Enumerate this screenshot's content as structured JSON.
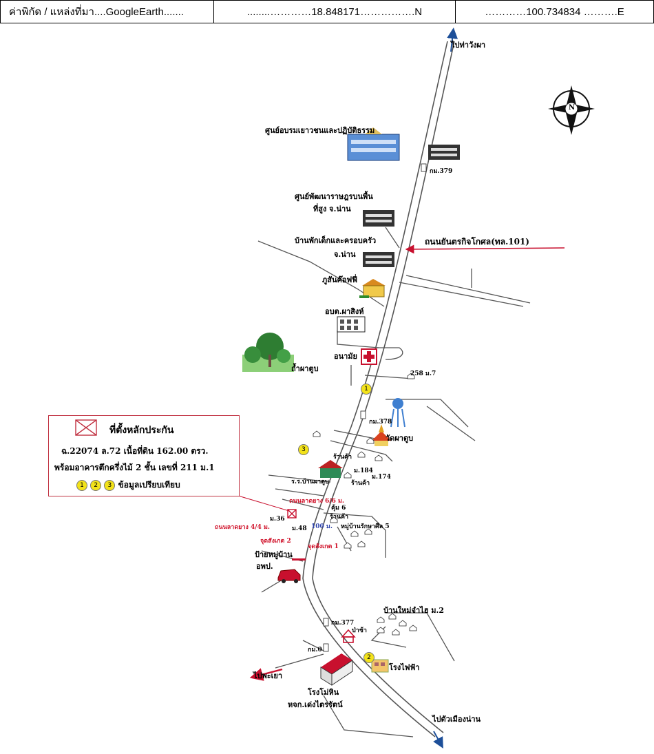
{
  "header": {
    "source_label": "ค่าพิกัด / แหล่งที่มา....GoogleEarth.......",
    "lat_label": "........…………18.848171…………….N",
    "lon_label": "…………100.734834 ……….E"
  },
  "legend": {
    "title": "ที่ตั้งหลักประกัน",
    "line1": "ฉ.22074 ล.72 เนื้อที่ดิน 162.00 ตรว.",
    "line2": "พร้อมอาคารตึกครึ่งไม้ 2 ชั้น เลขที่ 211 ม.1",
    "markers": [
      "1",
      "2",
      "3"
    ],
    "markers_caption": "ข้อมูลเปรียบเทียบ"
  },
  "compass": {
    "letter": "N"
  },
  "places": {
    "to_tha_wang_pha": "ไปท่าวังผา",
    "youth_center": "ศูนย์อบรมเยาวชนและปฏิบัติธรรม",
    "km379": "กม.379",
    "hill_dev_center_1": "ศูนย์พัฒนาราษฎรบนพื้น",
    "hill_dev_center_2": "ที่สูง จ.น่าน",
    "child_family_home_1": "บ้านพักเด็กและครอบครัว",
    "child_family_home_2": "จ.น่าน",
    "road_name": "ถนนยันตรกิจโกศล(ทล.101)",
    "phu_san_coffee": "ภูสันค๊อฟฟี่",
    "tao_pha_sing": "อบต.ผาสิงห์",
    "health_station": "อนามัย",
    "tham_pha_tub": "ถ้ำผาตูบ",
    "house_258": "258 ม.7",
    "km378": "กม.378",
    "wat_pha_tub": "วัดผาตูบ",
    "shop_1": "ร้านค้า",
    "shop_2": "ร้านค้า",
    "shop_3": "ร้านค้า",
    "m184": "ม.184",
    "m174": "ม.174",
    "school_pha_tub": "ร.ร.บ้านผาตูบ",
    "concrete_road_6m": "ถนนลาดยาง 6/6 ม.",
    "concrete_road_4m": "ถนนลาดยาง 4/4 ม.",
    "kum_6": "คุ้ม 6",
    "village_5": "หมู่บ้านรักษาศีล 5",
    "m36": "ม.36",
    "m48": "ม.48",
    "dist_100": "100 ม.",
    "obs_point_2": "จุดสังเกต 2",
    "obs_point_1": "จุดสังเกต 1",
    "village_sign": "ป้ายหมู่บ้าน",
    "sao": "อพป.",
    "ban_mai_1": "บ้านใหม่จำไฮ ม.2",
    "km377": "กม.377",
    "pa_cha": "ป่าช้า",
    "km0": "กม.0",
    "power_plant": "โรงไฟฟ้า",
    "to_phayao": "ไปพะเยา",
    "sawmill_1": "โรงโม่หิน",
    "sawmill_2": "หจก.เด่งไตรรัตน์",
    "to_nan_city": "ไปตัวเมืองน่าน"
  },
  "comparison_markers": {
    "m1": "1",
    "m2": "2",
    "m3": "3"
  },
  "colors": {
    "road": "#555555",
    "arrow": "#1d4f99",
    "accent_red": "#d0122a",
    "marker_yellow": "#f2e21a"
  }
}
